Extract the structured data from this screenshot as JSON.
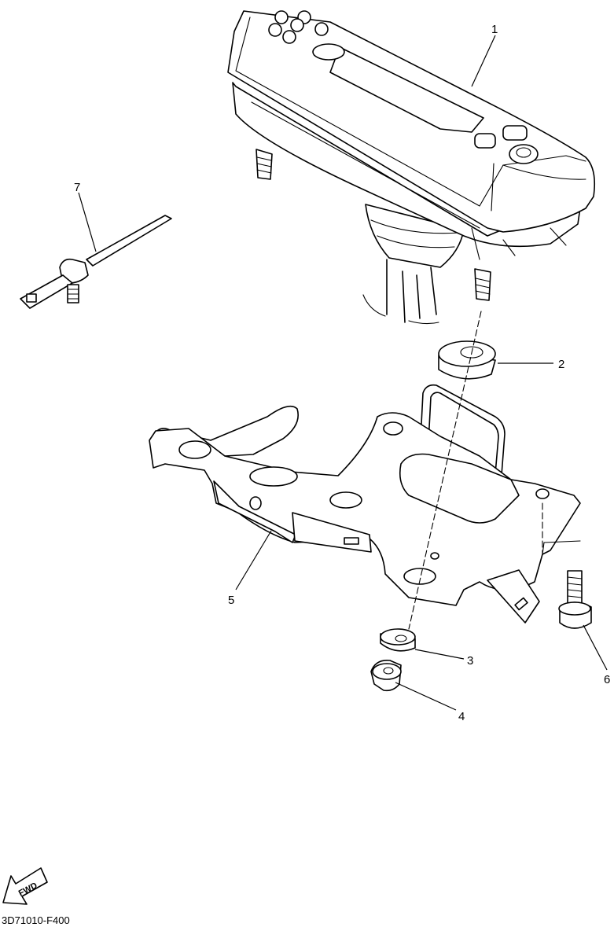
{
  "callouts": [
    {
      "id": "1",
      "label": "1"
    },
    {
      "id": "2",
      "label": "2"
    },
    {
      "id": "3",
      "label": "3"
    },
    {
      "id": "4",
      "label": "4"
    },
    {
      "id": "5",
      "label": "5"
    },
    {
      "id": "6",
      "label": "6"
    },
    {
      "id": "7",
      "label": "7"
    }
  ],
  "direction_marker": {
    "label": "FWD",
    "icon": "fwd-arrow-icon"
  },
  "diagram_code": "3D71010-F400"
}
